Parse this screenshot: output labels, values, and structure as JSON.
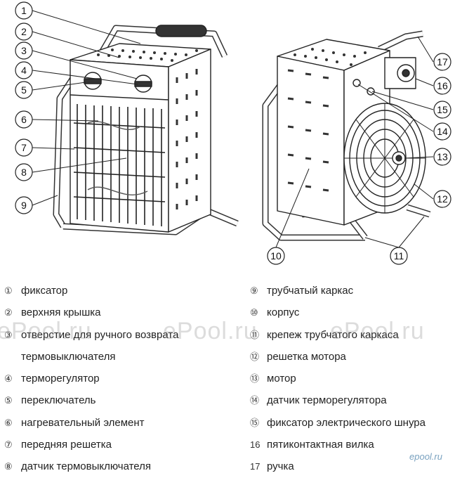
{
  "callouts": {
    "c1": "1",
    "c2": "2",
    "c3": "3",
    "c4": "4",
    "c5": "5",
    "c6": "6",
    "c7": "7",
    "c8": "8",
    "c9": "9",
    "c10": "10",
    "c11": "11",
    "c12": "12",
    "c13": "13",
    "c14": "14",
    "c15": "15",
    "c16": "16",
    "c17": "17"
  },
  "legend_left": [
    {
      "num": "①",
      "label": "фиксатор"
    },
    {
      "num": "②",
      "label": "верхняя крышка"
    },
    {
      "num": "③",
      "label": "отверстие для ручного возврата",
      "cont": "термовыключателя"
    },
    {
      "num": "④",
      "label": "терморегулятор"
    },
    {
      "num": "⑤",
      "label": "переключатель"
    },
    {
      "num": "⑥",
      "label": "нагревательный элемент"
    },
    {
      "num": "⑦",
      "label": "передняя решетка"
    },
    {
      "num": "⑧",
      "label": "датчик термовыключателя"
    }
  ],
  "legend_right": [
    {
      "num": "⑨",
      "label": "трубчатый каркас"
    },
    {
      "num": "⑩",
      "label": "корпус"
    },
    {
      "num": "⑪",
      "label": "крепеж трубчатого каркаса"
    },
    {
      "num": "⑫",
      "label": "решетка мотора"
    },
    {
      "num": "⑬",
      "label": "мотор"
    },
    {
      "num": "⑭",
      "label": "датчик терморегулятора"
    },
    {
      "num": "⑮",
      "label": "фиксатор электрического шнура"
    },
    {
      "num": "16",
      "label": "пятиконтактная вилка"
    },
    {
      "num": "17",
      "label": "ручка"
    }
  ],
  "watermarks": {
    "w1": "ePool.ru",
    "w2": "ePool.ru",
    "w3": "ePool.ru",
    "brand": "epool.ru"
  }
}
